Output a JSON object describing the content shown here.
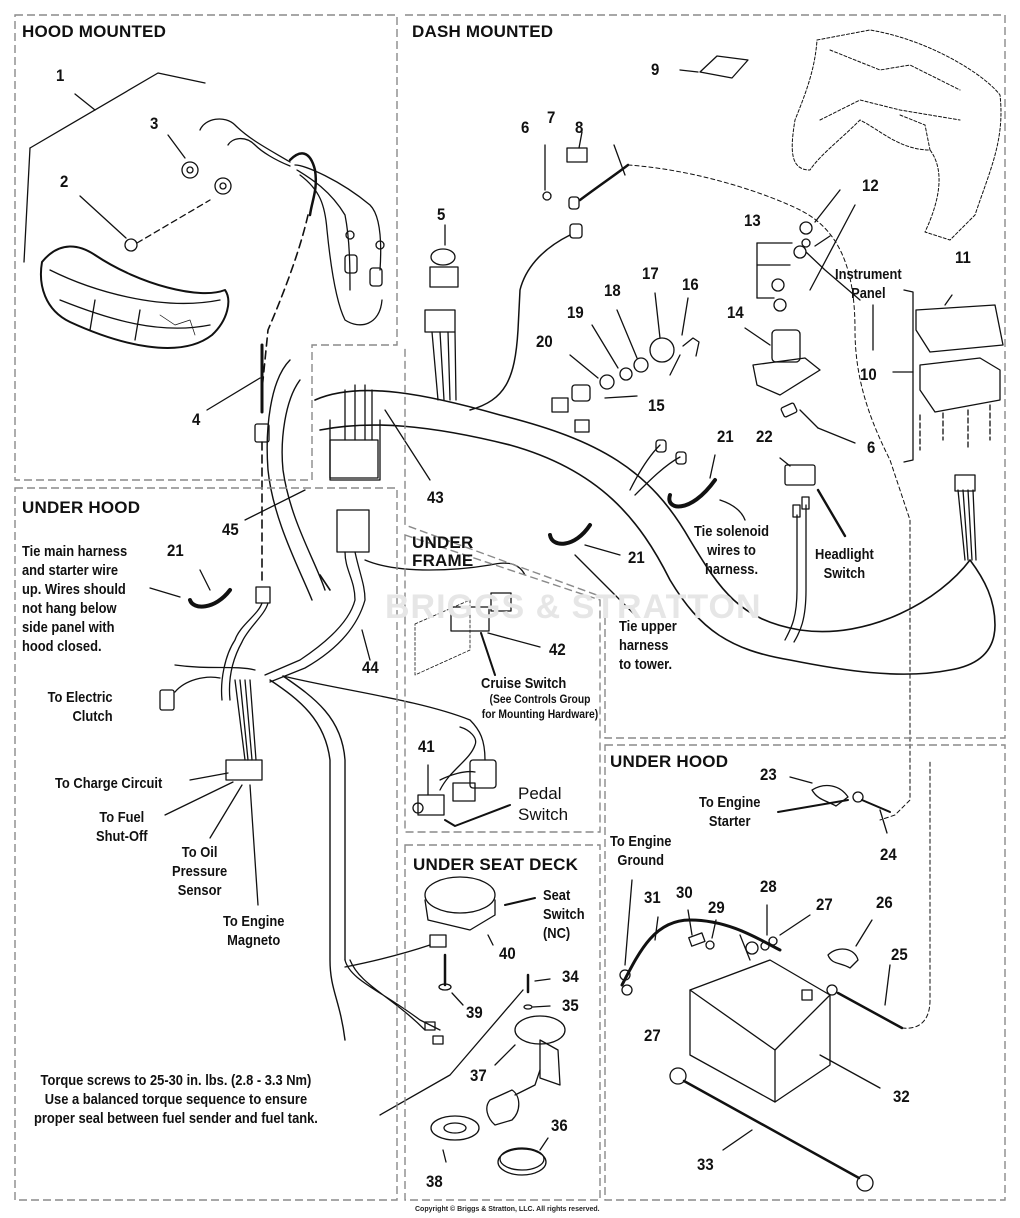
{
  "document": {
    "type": "parts-diagram",
    "subject": "Electrical system wiring harness exploded view",
    "watermark": "BRIGGS & STRATTON",
    "copyright": "Copyright © Briggs & Stratton, LLC. All rights reserved."
  },
  "panels": {
    "hood_mounted": {
      "title": "HOOD MOUNTED"
    },
    "dash_mounted": {
      "title": "DASH MOUNTED"
    },
    "under_hood_left": {
      "title": "UNDER HOOD"
    },
    "under_frame": {
      "title_line1": "UNDER",
      "title_line2": "FRAME"
    },
    "under_seat_deck": {
      "title": "UNDER SEAT DECK"
    },
    "under_hood_right": {
      "title": "UNDER HOOD"
    }
  },
  "callouts": {
    "n1": "1",
    "n2": "2",
    "n3": "3",
    "n4": "4",
    "n5": "5",
    "n6a": "6",
    "n6b": "6",
    "n7": "7",
    "n8": "8",
    "n9": "9",
    "n10": "10",
    "n11": "11",
    "n12": "12",
    "n13": "13",
    "n14": "14",
    "n15": "15",
    "n16": "16",
    "n17": "17",
    "n18": "18",
    "n19": "19",
    "n20": "20",
    "n21a": "21",
    "n21b": "21",
    "n21c": "21",
    "n22": "22",
    "n23": "23",
    "n24": "24",
    "n25": "25",
    "n26": "26",
    "n27a": "27",
    "n27b": "27",
    "n28": "28",
    "n29": "29",
    "n30": "30",
    "n31": "31",
    "n32": "32",
    "n33": "33",
    "n34": "34",
    "n35": "35",
    "n36": "36",
    "n37": "37",
    "n38": "38",
    "n39": "39",
    "n40": "40",
    "n41": "41",
    "n42": "42",
    "n43": "43",
    "n44": "44",
    "n45": "45"
  },
  "labels": {
    "instrument_panel": [
      "Instrument",
      "Panel"
    ],
    "tie_solenoid": [
      "Tie solenoid",
      "wires to",
      "harness."
    ],
    "headlight_switch": [
      "Headlight",
      "Switch"
    ],
    "tie_upper": [
      "Tie upper",
      "harness",
      "to tower."
    ],
    "tie_main": [
      "Tie main harness",
      "and starter wire",
      "up. Wires should",
      "not hang below",
      "side panel with",
      "hood closed."
    ],
    "to_electric_clutch": [
      "To Electric",
      "Clutch"
    ],
    "to_charge_circuit": "To Charge Circuit",
    "to_fuel_shutoff": [
      "To Fuel",
      "Shut-Off"
    ],
    "to_oil_pressure": [
      "To Oil",
      "Pressure",
      "Sensor"
    ],
    "to_engine_magneto": [
      "To Engine",
      "Magneto"
    ],
    "cruise_switch": "Cruise Switch",
    "cruise_note": [
      "(See Controls Group",
      "for Mounting Hardware)"
    ],
    "pedal_switch": [
      "Pedal",
      "Switch"
    ],
    "seat_switch": [
      "Seat",
      "Switch",
      "(NC)"
    ],
    "to_engine_starter": [
      "To Engine",
      "Starter"
    ],
    "to_engine_ground": [
      "To Engine",
      "Ground"
    ],
    "torque_note": [
      "Torque screws to 25-30 in. lbs. (2.8 - 3.3 Nm)",
      "Use a balanced torque sequence to ensure",
      "proper seal between fuel sender and fuel tank."
    ]
  }
}
